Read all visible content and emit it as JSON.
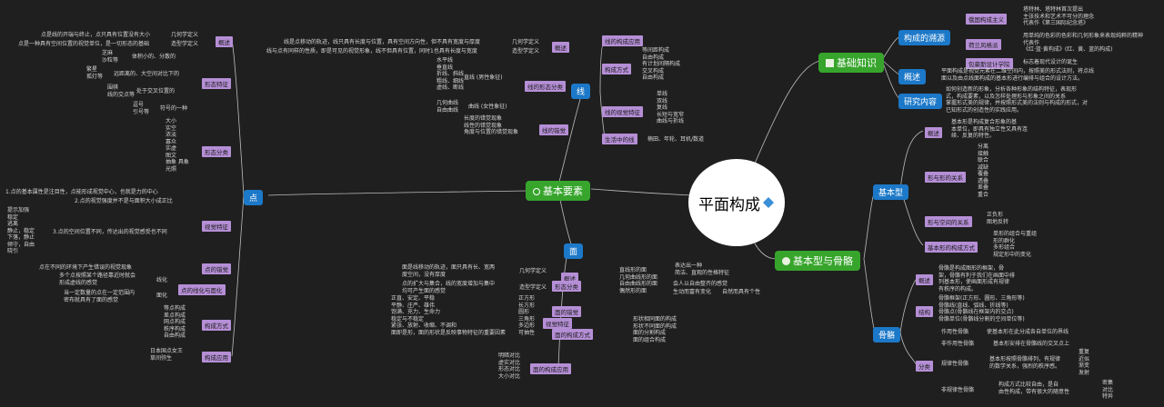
{
  "center": {
    "title": "平面构成"
  },
  "l1": {
    "basics": "基础知识",
    "elements": "基本要素",
    "types": "基本型与骨骼"
  },
  "basics": {
    "origin": "构成的溯源",
    "overview": "概述",
    "research": "研究内容",
    "origin_tags": [
      "俄国构成主义",
      "荷兰风格派",
      "包豪斯设计学院"
    ],
    "origin_texts": [
      "塔特林、塔特林首次提出\n主张技术和艺术不可分的理念\n代表作《第三国际纪念塔》",
      "用单纯的色彩的色彩和几何形象来表现纯粹的精神\n代表作\n《红·蓝·黄构成》(红、黄、蓝的构成)",
      "标志着现代设计的诞生"
    ],
    "overview_text": "平面构成是视觉元素在二维空间内，按照美的形式法则，将点线\n面以及由点线面构成的基本形进行编排与组合的设计方法。",
    "research_text": "如何创造新的形象，分析各种形象的结构特征，表现形\n式，构成要素，以及怎样处理形与形象之间的关系\n掌握形式美的规律，并按照形式美的法则与构成的形式，对\n已知形式的创造性的实践应用。"
  },
  "elements": {
    "line": "线",
    "point": "点",
    "face": "面",
    "line_tags": [
      "概述",
      "线的形态分类",
      "线的错觉",
      "线的构成应用",
      "构成方式",
      "线的视觉特征",
      "生活中的线"
    ],
    "line_texts": {
      "overview1": "线是点移动的轨迹，线只具有长度与位置，具有空间方向性，但不具有宽度与厚度",
      "overview2": "线与点有同样的性质，即是可见的视觉形象，线不但具有位置，同时1也具有长度与宽度",
      "geo": "几何学定义",
      "design": "造型学定义",
      "shape_items": "水平线\n垂直线\n折线、斜线\n粗线、细线\n虚线、断线",
      "straight": "直线 (男性象征)",
      "curves": "几何曲线\n自由曲线",
      "curve": "曲线 (女性象征)",
      "illusion": "长度的错觉现象\n线性的错觉现象\n角度与位置的错觉现象",
      "apply_items": "等间距构成\n自由构成\n有计划间隔构成\n交叉构成\n自由构成",
      "visual": "单线\n双线\n复线\n长短与宽窄\n曲线与折线",
      "life": "楠田、年轮、耳机/数道"
    },
    "point_tags": [
      "概述",
      "形态特征",
      "形态分类",
      "视觉特征",
      "点的错觉",
      "点的线化与面化",
      "构成方式",
      "构成应用"
    ],
    "point_texts": {
      "ov1": "点是线的开端与终止，点只具有位置没有大小",
      "ov2": "点是一种具有空间位置的视觉单位，是一切形态的基础",
      "geo": "几何学定义",
      "design": "造型学定义",
      "feature1": "芝麻\n沙粒等",
      "feature1b": "体积小的、分散的",
      "feature2": "繁星\n孤灯等",
      "feature2b": "远距离的、大空间对比下的",
      "feature3": "围棋\n线的交点等",
      "feature3b": "处于交叉位置的",
      "feature4": "逗号\n引号等",
      "feature4b": "符号的一种",
      "classify": "大小\n实空\n浓淡\n寡众\n实虚\n图文\n抽象 具象\n光照",
      "visual1": "1.点的基本属性是注目性，点能形成视觉中心，也就是力的中心",
      "visual2": "2.点的视觉强度并不是与面积大小成正比",
      "visual3": "3.点的空间位置不同，传达出的视觉感受也不同",
      "pos": "提示加强\n稳定\n逃离\n静止，稳定\n下落，静止\n倾守，自由\n晓引",
      "illusion": "点在不同的环境下产生错误的视觉现象",
      "line1": "多个点按照某个路径靠近时就会\n形成虚线的感觉",
      "line1b": "线化",
      "face1": "当一定数量的点在一定范围内\n密布就具有了面的感觉",
      "face1b": "面化",
      "build": "等点构成\n差点构成\n网点构成\n秩序构成\n自由构成",
      "apply": "日本国点女王\n草间弥生"
    },
    "face_tags": [
      "概述",
      "形态分类",
      "面的错觉",
      "视觉特征",
      "面的构成方式",
      "面的构成应用"
    ],
    "face_texts": {
      "ov1": "面是线移动的轨迹，面只具有长、宽两\n度空间，没有厚度",
      "ov2": "点的扩大与集合，线的宽度增加与集中\n均可产生面的感觉",
      "geo": "几何学定义",
      "design": "造型学定义",
      "shapes": "直线形的面\n几何曲线形的面\n自由曲线形的面\n偶然形的面",
      "shapes2": "表达出一种\n简洁、直观的性格特征",
      "shapes3": "会人以自由整齐的感觉",
      "shapes4": "生动而富有变化　　自然而具有个性",
      "visual": "正直、安定、平稳\n平静、庄严、雄伟\n饱满、充力、生命力\n稳定与不稳定\n紧张、放射、收缩、不调和\n面即是形，面的形状是反映事物特征的重要因素",
      "visual2": "正方形\n长方形\n圆形\n三角形\n多边形\n可抽性",
      "build": "形状相同面的构成\n形状不同面的构成\n面的分割构成\n面的组合构成",
      "apply": "明暗对比\n虚实对比\n形态对比\n大小对比"
    }
  },
  "types": {
    "basic": "基本型",
    "skeleton": "骨骼",
    "basic_tags": [
      "概述",
      "形与形的关系",
      "形与空间的关系",
      "基本形的构成方式"
    ],
    "basic_texts": {
      "overview": "基本形是构成复合形象的基\n本单位，即具有独立性又具有连\n续、反复的特性。",
      "relations": "分离\n接触\n联合\n减缺\n覆叠\n透叠\n差叠\n重合",
      "space": "正负形\n图地反转",
      "build": "单形的组合与重组\n形的群化\n多形组合\n规定形中的变化"
    },
    "skel_tags": [
      "概述",
      "结构",
      "分类"
    ],
    "skel_texts": {
      "overview": "骨骼是构成图形的框架，骨\n架，骨骼有利于我们在画面中排\n列基本形，使画面形成有规律\n有秩序的构成。",
      "structure": "骨骼框架(正方形、圆形、三角形等)\n骨骼线(直线、弧线、折线等)\n骨骼点(骨骼线在框架内的交点)\n骨骼单位(骨骼线分割的空间单位等)",
      "active": "作用性骨骼",
      "active_t": "使基本形在此分成各自单位的界线",
      "inactive": "非作用性骨骼",
      "inactive_t": "基本形安排在骨骼线的交叉点上",
      "regular": "规律性骨骼",
      "regular_t": "基本形按照骨骼排列，有规律\n的数学关系，强烈的秩序感。",
      "reg_items": "重复\n近似\n渐变\n发射",
      "irregular": "非规律性骨骼",
      "irregular_t": "构成方式比较自由，是自\n由性构成，带有很大的随意性",
      "irr_items": "密集\n对比\n特异"
    }
  },
  "colors": {
    "bg": "#1f1f1f",
    "tag": "#b58fd6",
    "blue": "#1c78c8",
    "green": "#37a52c",
    "line": "#c8c8c8"
  }
}
